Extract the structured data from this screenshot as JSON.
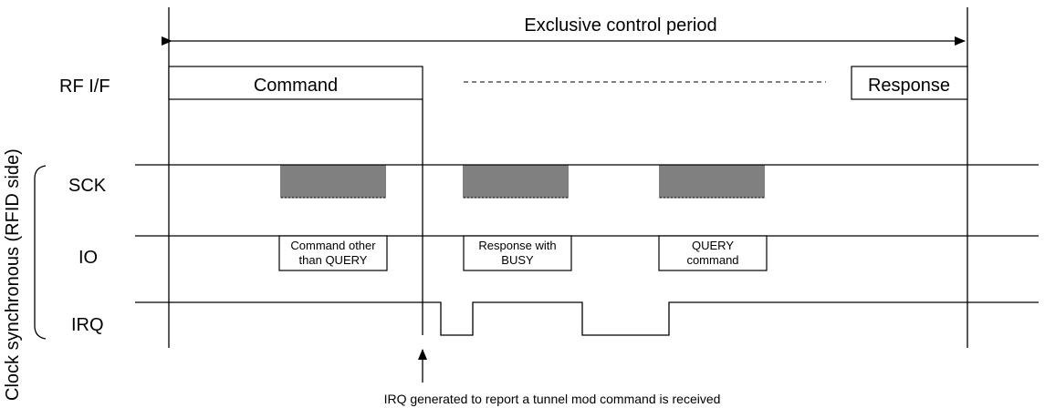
{
  "diagram": {
    "period_label": "Exclusive control period",
    "side_label": "Clock synchronous (RFID side)",
    "rows": {
      "rf": "RF I/F",
      "sck": "SCK",
      "io": "IO",
      "irq": "IRQ"
    },
    "rf_boxes": {
      "command": "Command",
      "response": "Response"
    },
    "io_boxes": [
      {
        "line1": "Command other",
        "line2": "than QUERY"
      },
      {
        "line1": "Response with",
        "line2": "BUSY"
      },
      {
        "line1": "QUERY",
        "line2": "command"
      }
    ],
    "note": "IRQ generated to report a tunnel mod command is received"
  }
}
